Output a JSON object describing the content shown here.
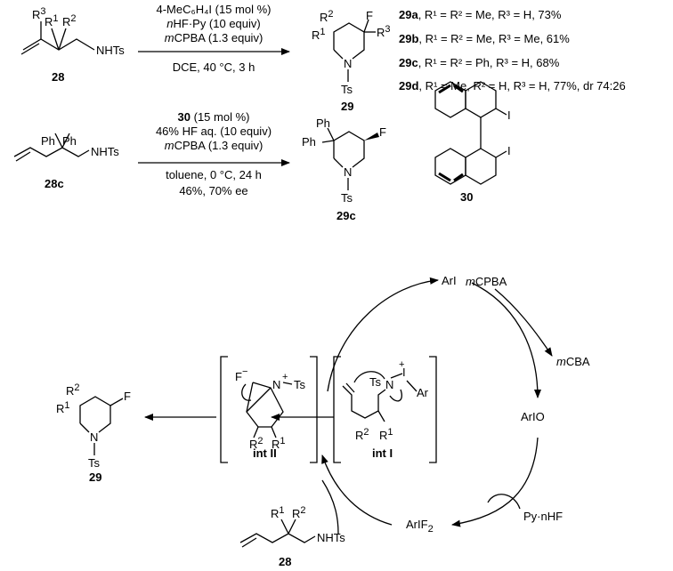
{
  "scheme1": {
    "substrate_label": "28",
    "product_label": "29",
    "conditions": {
      "line1": "4-MeC₆H₄I (15 mol %)",
      "line2_ital": "n",
      "line2_rest": "HF·Py (10 equiv)",
      "line3_ital": "m",
      "line3_rest": "CPBA (1.3 equiv)",
      "line4": "DCE, 40 °C, 3 h"
    },
    "results": [
      {
        "id": "29a",
        "desc": ", R¹ = R² = Me, R³ = H, 73%"
      },
      {
        "id": "29b",
        "desc": ", R¹ = R² = Me, R³ = Me, 61%"
      },
      {
        "id": "29c",
        "desc": ", R¹ = R² = Ph, R³ = H, 68%"
      },
      {
        "id": "29d",
        "desc": ", R¹ = Me, R² = H, R³ = H, 77%, dr 74:26"
      }
    ]
  },
  "scheme2": {
    "substrate_label": "28c",
    "product_label": "29c",
    "catalyst_label": "30",
    "conditions": {
      "line1_bold": "30",
      "line1_rest": " (15 mol %)",
      "line2": "46% HF aq. (10 equiv)",
      "line3_ital": "m",
      "line3_rest": "CPBA (1.3 equiv)",
      "line4": "toluene, 0 °C, 24 h",
      "line5": "46%, 70% ee"
    }
  },
  "cycle": {
    "ArI": "ArI",
    "mCPBA_ital": "m",
    "mCPBA_rest": "CPBA",
    "mCBA_ital": "m",
    "mCBA_rest": "CBA",
    "ArIO": "ArIO",
    "PyHF": "Py·nHF",
    "ArIF2": "ArIF",
    "ArIF2_sub": "2",
    "int1": "int I",
    "int2": "int II",
    "substrate_label": "28",
    "product_label": "29"
  },
  "atoms": {
    "N": "N",
    "Ts": "Ts",
    "F": "F",
    "NHTs": "NHTs",
    "I": "I",
    "Ar": "Ar",
    "Ph": "Ph",
    "R": "R",
    "plus": "+",
    "minus": "−",
    "one": "1",
    "two": "2",
    "three": "3"
  }
}
